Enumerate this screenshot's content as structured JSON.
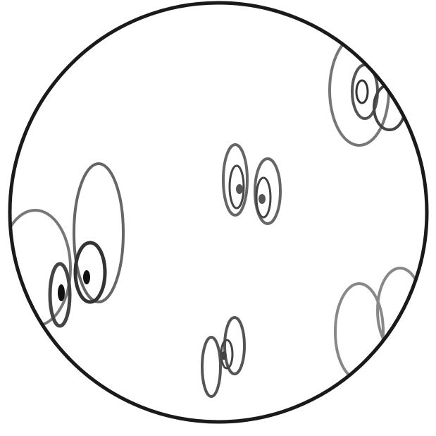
{
  "figure": {
    "description_free": true,
    "colors": {
      "background": "#ffffff",
      "outer_circle": "#1a1a1a",
      "loop_dark": "#2a2a2a",
      "loop_mid": "#6a6a6a",
      "loop_light": "#9a9a9a",
      "core": "#111111"
    },
    "outer_circle": {
      "stroke_color": "#1a1a1a"
    },
    "groups": [
      {
        "id": "upper-right-cluster"
      },
      {
        "id": "center-pair"
      },
      {
        "id": "left-cluster"
      },
      {
        "id": "bottom-center-pair"
      },
      {
        "id": "lower-right-cluster"
      }
    ]
  }
}
